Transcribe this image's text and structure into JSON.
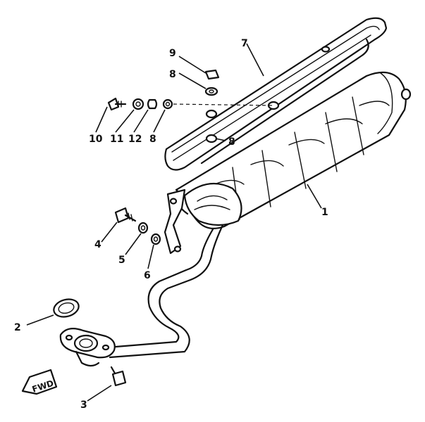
{
  "callouts": {
    "p1": "1",
    "p2": "2",
    "p3": "3",
    "p4": "4",
    "p5": "5",
    "p6": "6",
    "p7": "7",
    "p8a": "8",
    "p8b": "8",
    "p8c": "8",
    "p9": "9",
    "p10": "10",
    "p11": "11",
    "p12": "12"
  },
  "fwd_label": "FWD"
}
